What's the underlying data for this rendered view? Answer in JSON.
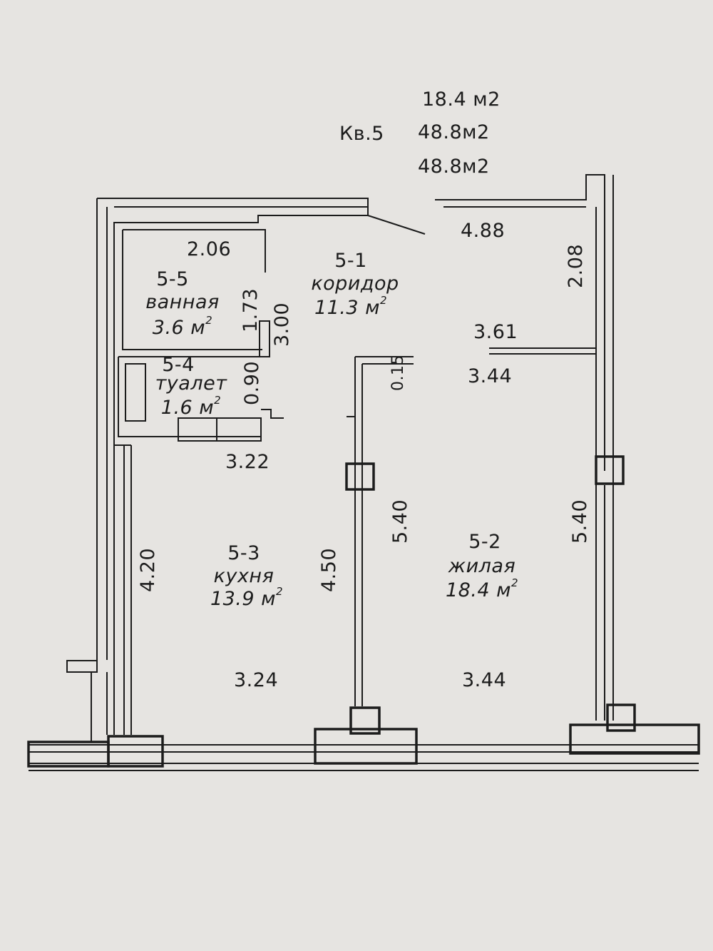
{
  "header": {
    "area_living": "18.4 м2",
    "apartment_label": "Кв.5",
    "area_total": "48.8м2",
    "area_total_2": "48.8м2"
  },
  "rooms": [
    {
      "id": "5-1",
      "name": "коридор",
      "area": "11.3 м",
      "sup": "2"
    },
    {
      "id": "5-2",
      "name": "жилая",
      "area": "18.4 м",
      "sup": "2"
    },
    {
      "id": "5-3",
      "name": "кухня",
      "area": "13.9 м",
      "sup": "2"
    },
    {
      "id": "5-4",
      "name": "туалет",
      "area": "1.6 м",
      "sup": "2"
    },
    {
      "id": "5-5",
      "name": "ванная",
      "area": "3.6 м",
      "sup": "2"
    }
  ],
  "dimensions": {
    "d_206": "2.06",
    "d_488": "4.88",
    "d_208": "2.08",
    "d_173": "1.73",
    "d_300": "3.00",
    "d_361": "3.61",
    "d_015": "0.15",
    "d_344_top": "3.44",
    "d_090": "0.90",
    "d_322": "3.22",
    "d_540_mid": "5.40",
    "d_540_right": "5.40",
    "d_420": "4.20",
    "d_450": "4.50",
    "d_324": "3.24",
    "d_344_bottom": "3.44"
  },
  "colors": {
    "paper": "#e6e4e1",
    "ink": "#1c1c1c"
  }
}
